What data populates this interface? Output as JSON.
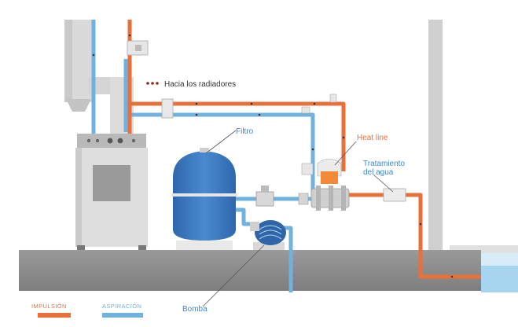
{
  "labels": {
    "radiators": "Hacia los radiadores",
    "filter": "Filtro",
    "heat_line": "Heat line",
    "water_treatment_line1": "Tratamiento",
    "water_treatment_line2": "del agua",
    "pump": "Bomba"
  },
  "legend": {
    "impulsion": "IMPULSIÓN",
    "aspiracion": "ASPIRACIÓN"
  },
  "colors": {
    "impulsion": "#e8703a",
    "aspiracion": "#6fb2de",
    "label_blue": "#3b88c9",
    "label_orange": "#e8703a",
    "wall": "#d0d0d0",
    "floor": "#909090",
    "filter_tank": "#3a78c0",
    "pool_water": "#a7d4ee"
  }
}
